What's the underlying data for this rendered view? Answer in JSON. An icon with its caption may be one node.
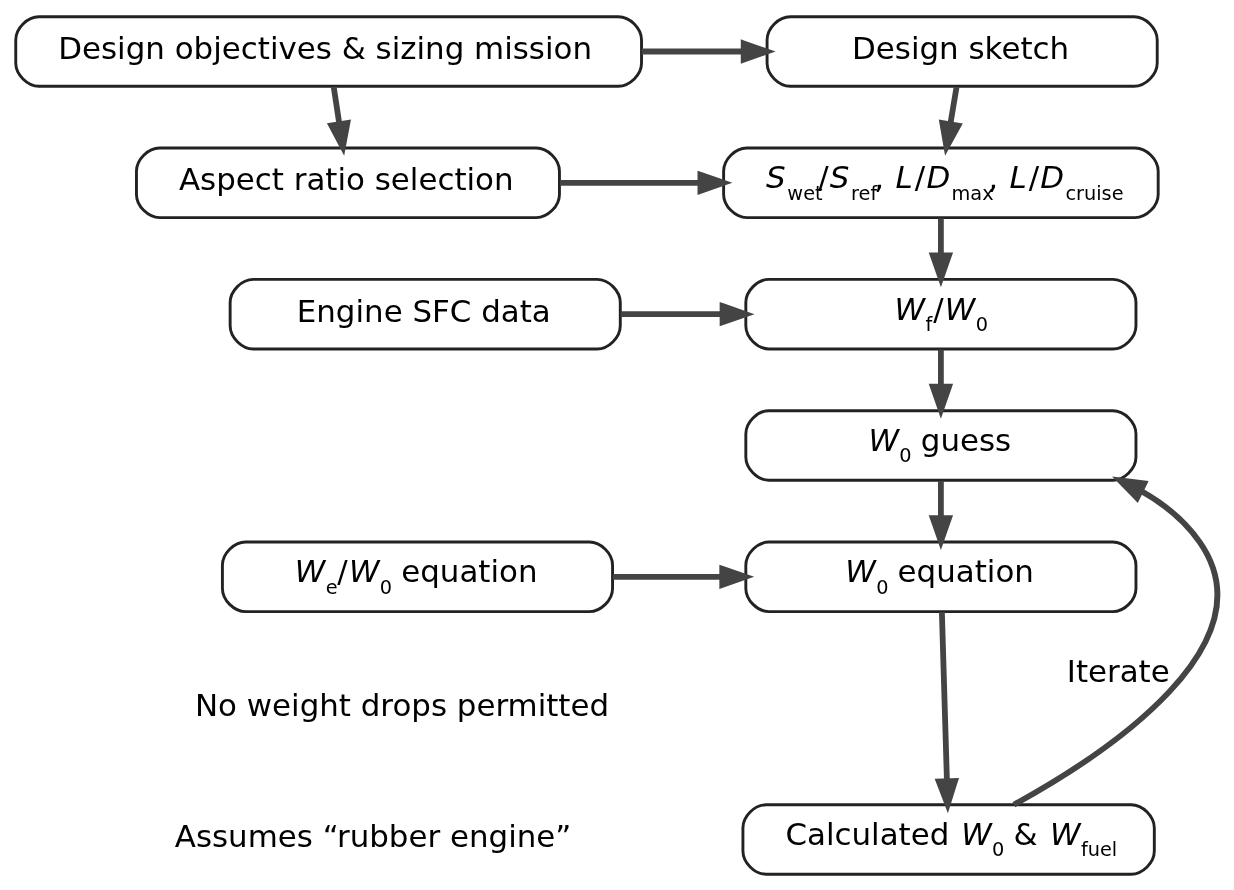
{
  "diagram": {
    "nodes": [
      {
        "text": [
          "Design objectives & sizing mission"
        ]
      },
      {
        "text": [
          "Design sketch"
        ]
      },
      {
        "text": [
          "Aspect ratio selection"
        ]
      },
      {
        "text": [
          "*S*$_{wet}$/*S*$_{ref}$, *L*/*D*$_{max}$, *L*/*D*$_{cruise}$"
        ]
      },
      {
        "text": [
          "Engine SFC data"
        ]
      },
      {
        "text": [
          "*W*$_{f}$/*W*$_{0}$"
        ]
      },
      {
        "text": [
          "*W*$_{0}$ guess"
        ]
      },
      {
        "text": [
          "*W*$_{e}$/*W*$_{0}$ equation"
        ]
      },
      {
        "text": [
          "*W*$_{0}$ equation"
        ]
      },
      {
        "text": [
          "Calculated *W*$_{0}$ & *W*$_{fuel}$"
        ]
      }
    ],
    "edges": [
      {
        "from": 0,
        "to": 1,
        "arrow": "to"
      },
      {
        "from": 0,
        "to": 2,
        "arrow": "to"
      },
      {
        "from": 1,
        "to": 3,
        "arrow": "to"
      },
      {
        "from": 2,
        "to": 3,
        "arrow": "to"
      },
      {
        "from": 3,
        "to": 5,
        "arrow": "to"
      },
      {
        "from": 4,
        "to": 5,
        "arrow": "to"
      },
      {
        "from": 5,
        "to": 6,
        "arrow": "to"
      },
      {
        "from": 6,
        "to": 8,
        "arrow": "to"
      },
      {
        "from": 7,
        "to": 8,
        "arrow": "to"
      },
      {
        "from": 8,
        "to": 9,
        "arrow": "to"
      },
      {
        "from": 9,
        "to": 6,
        "arrow": "to",
        "label": "Iterate"
      }
    ],
    "labels": [
      "No weight drops permitted",
      "Assumes “rubber engine”"
    ]
  }
}
